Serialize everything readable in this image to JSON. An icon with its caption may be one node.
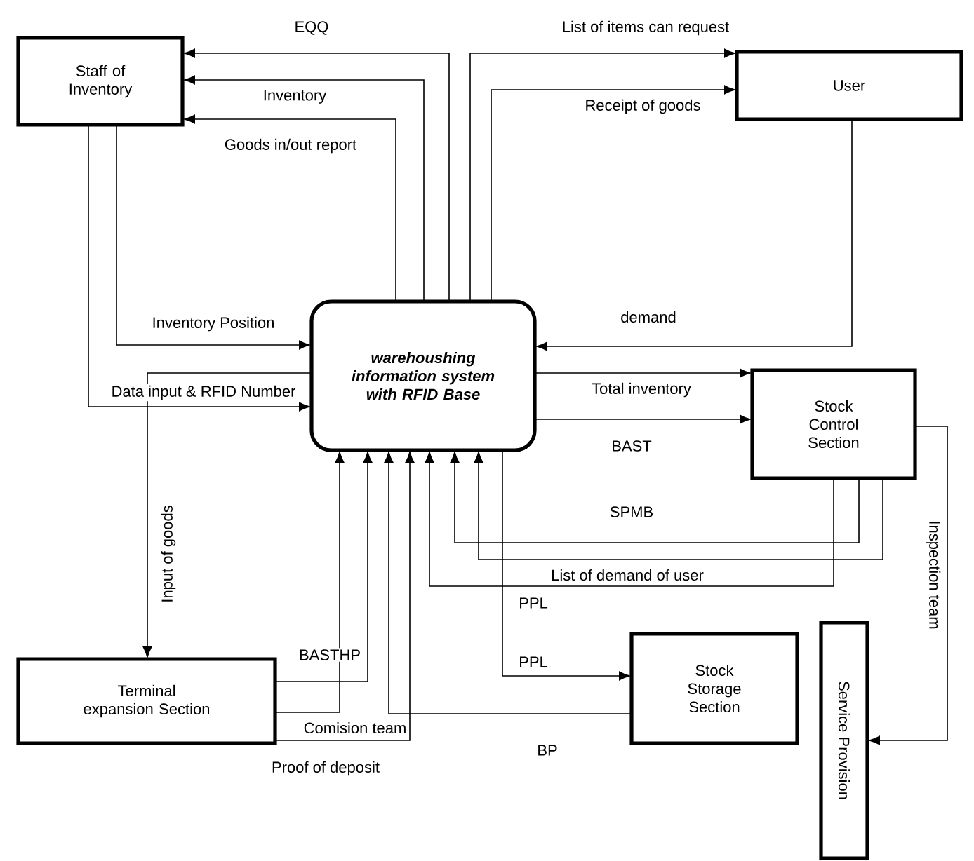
{
  "diagram": {
    "nodes": [
      {
        "text": [
          "Staff of Inventory"
        ]
      },
      {
        "text": [
          "User"
        ]
      },
      {
        "text": [
          "warehoushing information system with RFID Base"
        ]
      },
      {
        "text": [
          "Stock Control Section"
        ]
      },
      {
        "text": [
          "Terminal expansion Section"
        ]
      },
      {
        "text": [
          "Stock Storage Section"
        ]
      },
      {
        "text": [
          "Service Provision"
        ]
      }
    ],
    "edges": [
      {
        "from": 2,
        "to": 0,
        "arrow": "to",
        "label": "EQQ"
      },
      {
        "from": 2,
        "to": 0,
        "arrow": "to",
        "label": "Inventory"
      },
      {
        "from": 2,
        "to": 0,
        "arrow": "to",
        "label": "Goods in/out report"
      },
      {
        "from": 2,
        "to": 1,
        "arrow": "to",
        "label": "List of items can request"
      },
      {
        "from": 2,
        "to": 1,
        "arrow": "to",
        "label": "Receipt of goods"
      },
      {
        "from": 1,
        "to": 2,
        "arrow": "to",
        "label": "demand"
      },
      {
        "from": 0,
        "to": 2,
        "arrow": "to",
        "label": "Inventory Position"
      },
      {
        "from": 0,
        "to": 2,
        "arrow": "to",
        "label": "Data input & RFID Number"
      },
      {
        "from": 2,
        "to": 3,
        "arrow": "to",
        "label": "Total inventory"
      },
      {
        "from": 2,
        "to": 3,
        "arrow": "to",
        "label": "BAST"
      },
      {
        "from": 2,
        "to": 4,
        "arrow": "to",
        "label": "Input of goods"
      },
      {
        "from": 4,
        "to": 2,
        "arrow": "to",
        "label": "BASTHP"
      },
      {
        "from": 4,
        "to": 2,
        "arrow": "to",
        "label": "Comision team"
      },
      {
        "from": 4,
        "to": 2,
        "arrow": "to",
        "label": "Proof of deposit"
      },
      {
        "from": 5,
        "to": 2,
        "arrow": "to",
        "label": "BP"
      },
      {
        "from": 3,
        "to": 2,
        "arrow": "to",
        "label": "SPMB"
      },
      {
        "from": 3,
        "to": 2,
        "arrow": "to",
        "label": "List of demand of user"
      },
      {
        "from": 3,
        "to": 2,
        "arrow": "to",
        "label": "PPL"
      },
      {
        "from": 2,
        "to": 5,
        "arrow": "to",
        "label": "PPL"
      },
      {
        "from": 3,
        "to": 6,
        "arrow": "to",
        "label": "Inspection team"
      }
    ]
  }
}
